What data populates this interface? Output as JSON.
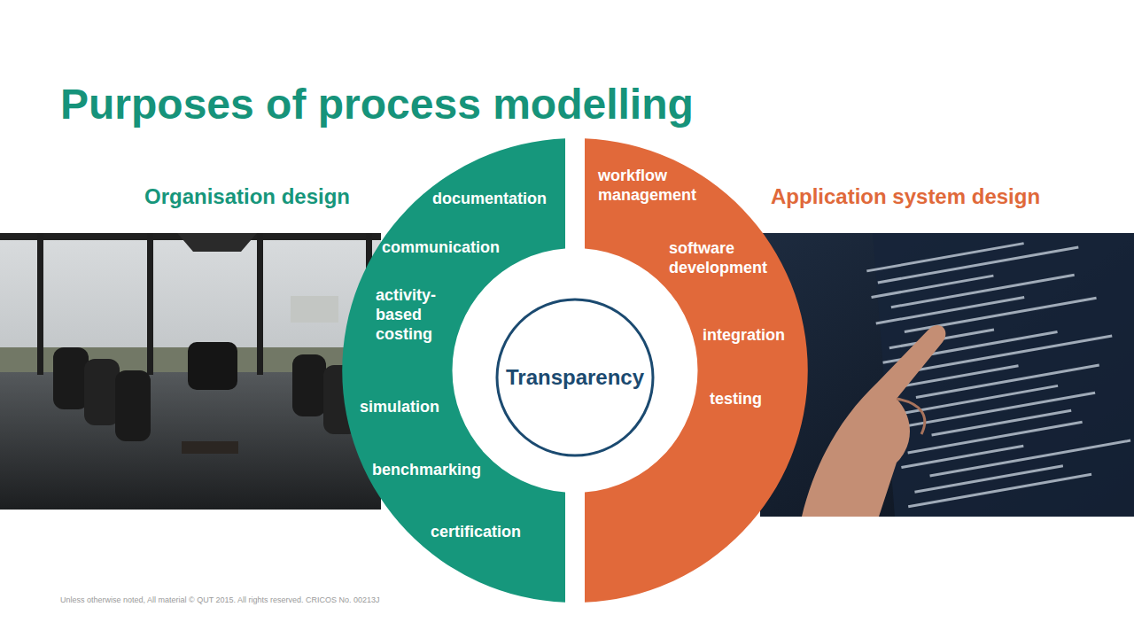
{
  "diagram": {
    "title": "Purposes of process modelling",
    "nodes": [
      {
        "text": [
          "Organisation design",
          "documentation",
          "communication",
          "activity- based costing",
          "simulation",
          "benchmarking",
          "certification"
        ]
      },
      {
        "text": [
          "Application system design",
          "workflow management",
          "software development",
          "integration",
          "testing"
        ]
      },
      {
        "text": [
          "Transparency"
        ]
      }
    ],
    "labels": [
      "Unless otherwise noted, All material © QUT 2015. All rights reserved. CRICOS No. 00213J"
    ]
  }
}
